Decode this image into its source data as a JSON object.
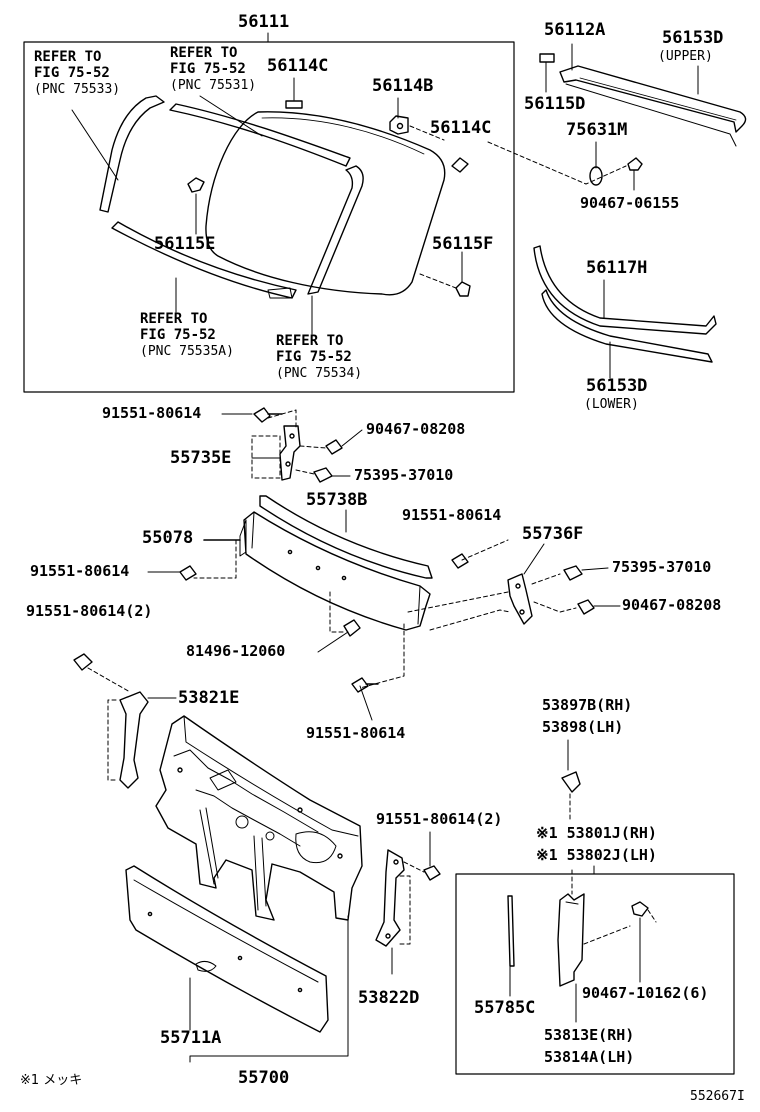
{
  "labels": {
    "p56111": "56111",
    "ref_75533_1": "REFER TO",
    "ref_75533_2": "FIG 75-52",
    "ref_75533_3": "(PNC 75533)",
    "ref_75531_1": "REFER TO",
    "ref_75531_2": "FIG 75-52",
    "ref_75531_3": "(PNC 75531)",
    "p56114C_a": "56114C",
    "p56114B": "56114B",
    "p56114C_b": "56114C",
    "p56115E": "56115E",
    "p56115F": "56115F",
    "ref_75535A_1": "REFER TO",
    "ref_75535A_2": "FIG 75-52",
    "ref_75535A_3": "(PNC 75535A)",
    "ref_75534_1": "REFER TO",
    "ref_75534_2": "FIG 75-52",
    "ref_75534_3": "(PNC 75534)",
    "p56112A": "56112A",
    "p56115D": "56115D",
    "p56153D_u": "56153D",
    "upper": "(UPPER)",
    "p75631M": "75631M",
    "p90467_06155": "90467-06155",
    "p56117H": "56117H",
    "p56153D_l": "56153D",
    "lower": "(LOWER)",
    "p91551_a": "91551-80614",
    "p90467_08208_a": "90467-08208",
    "p55735E": "55735E",
    "p75395_a": "75395-37010",
    "p55738B": "55738B",
    "p91551_b": "91551-80614",
    "p55078": "55078",
    "p55736F": "55736F",
    "p91551_c": "91551-80614",
    "p75395_b": "75395-37010",
    "p90467_08208_b": "90467-08208",
    "p91551_d": "91551-80614(2)",
    "p81496": "81496-12060",
    "p53821E": "53821E",
    "p91551_e": "91551-80614",
    "p53897B": "53897B(RH)",
    "p53898": "53898(LH)",
    "p91551_f": "91551-80614(2)",
    "p53801J": "※1 53801J(RH)",
    "p53802J": "※1 53802J(LH)",
    "p53822D": "53822D",
    "p55785C": "55785C",
    "p90467_10162": "90467-10162(6)",
    "p55711A": "55711A",
    "p53813E": "53813E(RH)",
    "p53814A": "53814A(LH)",
    "p55700": "55700",
    "footnote": "※1 メッキ",
    "fig_id": "552667I"
  }
}
